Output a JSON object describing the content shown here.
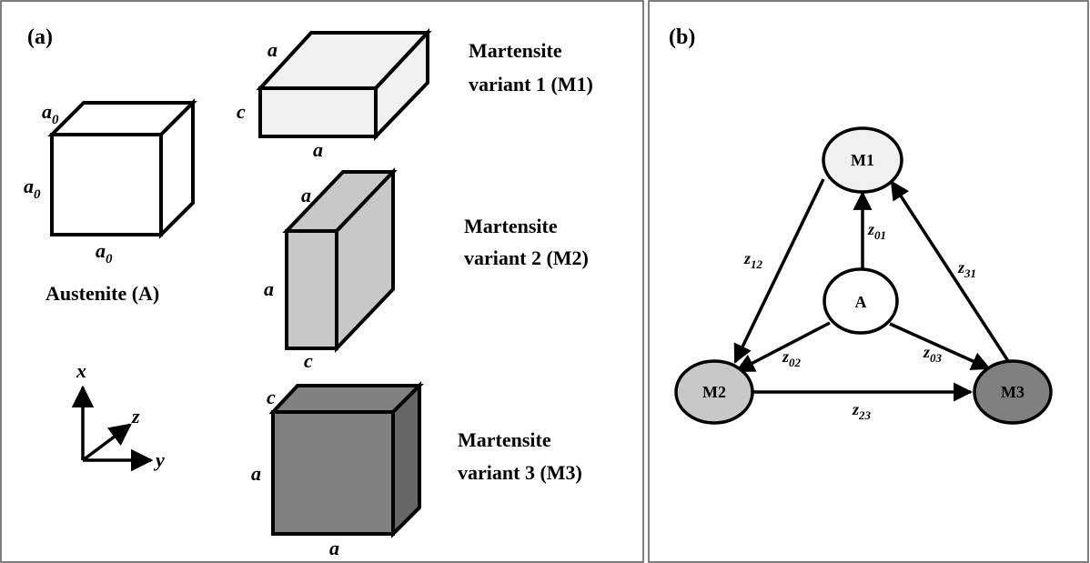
{
  "panel_a": {
    "label": "(a)",
    "austenite": {
      "top": "a",
      "top_sub": "0",
      "left": "a",
      "left_sub": "0",
      "bottom": "a",
      "bottom_sub": "0",
      "caption": "Austenite (A)"
    },
    "m1": {
      "top": "a",
      "left": "c",
      "bottom": "a",
      "caption_line1": "Martensite",
      "caption_line2": "variant 1 (M1)",
      "color": "#f0f0f0"
    },
    "m2": {
      "top": "a",
      "left": "a",
      "bottom": "c",
      "caption_line1": "Martensite",
      "caption_line2": "variant 2 (M2)",
      "color": "#c8c8c8"
    },
    "m3": {
      "top": "c",
      "left": "a",
      "bottom": "a",
      "caption_line1": "Martensite",
      "caption_line2": "variant 3 (M3)",
      "color": "#808080"
    },
    "axes": {
      "x": "x",
      "y": "y",
      "z": "z"
    }
  },
  "panel_b": {
    "label": "(b)",
    "nodes": {
      "m1": {
        "label": "M1",
        "color": "#f0f0f0"
      },
      "a": {
        "label": "A",
        "color": "#ffffff"
      },
      "m2": {
        "label": "M2",
        "color": "#c8c8c8"
      },
      "m3": {
        "label": "M3",
        "color": "#808080"
      }
    },
    "edges": {
      "z01": {
        "main": "z",
        "sub": "01"
      },
      "z02": {
        "main": "z",
        "sub": "02"
      },
      "z03": {
        "main": "z",
        "sub": "03"
      },
      "z12": {
        "main": "z",
        "sub": "12"
      },
      "z23": {
        "main": "z",
        "sub": "23"
      },
      "z31": {
        "main": "z",
        "sub": "31"
      }
    }
  }
}
